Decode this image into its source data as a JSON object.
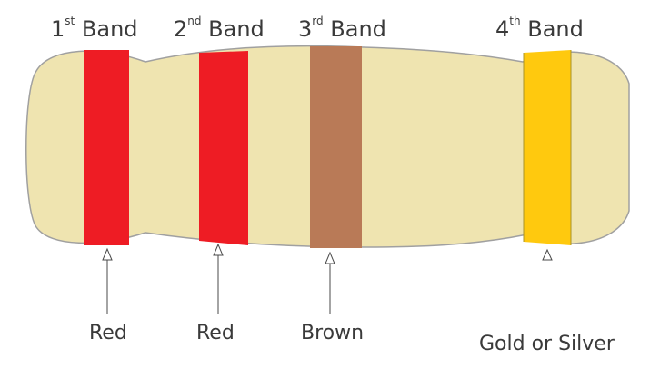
{
  "bands": [
    {
      "num": "1",
      "suffix": "st",
      "title": "Band",
      "color_name": "Red",
      "fill": "#ee1c24"
    },
    {
      "num": "2",
      "suffix": "nd",
      "title": "Band",
      "color_name": "Red",
      "fill": "#ee1c24"
    },
    {
      "num": "3",
      "suffix": "rd",
      "title": "Band",
      "color_name": "Brown",
      "fill": "#b97a57"
    },
    {
      "num": "4",
      "suffix": "th",
      "title": "Band",
      "color_name": "Gold or Silver",
      "fill": "#ffc90e"
    }
  ],
  "colors": {
    "body": "#efe4b0",
    "outline": "#a0a0a0",
    "text": "#3a3a3a"
  }
}
